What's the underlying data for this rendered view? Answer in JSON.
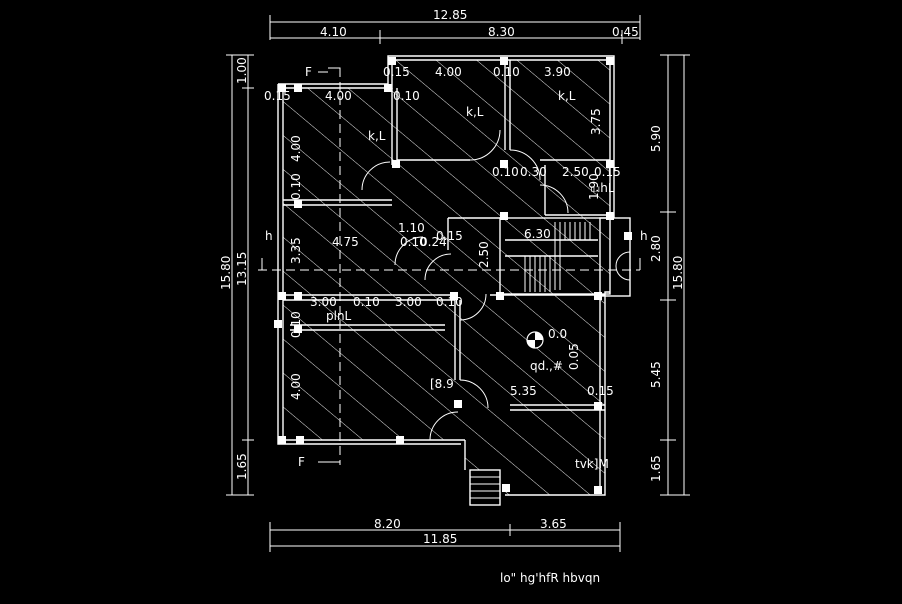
{
  "dims": {
    "top_total": "12.85",
    "top_a": "4.10",
    "top_b": "8.30",
    "top_c": "0.45",
    "bottom_a": "8.20",
    "bottom_b": "3.65",
    "bottom_total": "11.85",
    "left_total": "15.80",
    "left_inner": "13.15",
    "left_top": "1.00",
    "left_bottom": "1.65",
    "right_total": "15.80",
    "right_top": "5.90",
    "right_mid": "2.80",
    "right_low": "5.45",
    "right_bottom": "1.65"
  },
  "rooms": {
    "bed_left": "k,L",
    "bed_center": "k,L",
    "bed_right": "k,L",
    "toilet": "யhL",
    "pooja": "plnL",
    "hall_level": "0.0",
    "hall": "qd.,#",
    "kitchen": "[8.9",
    "sitout": "tvk]M"
  },
  "inner": {
    "d1": "4.00",
    "d2": "4.00",
    "d3": "3.90",
    "d4": "0.15",
    "d5": "0.10",
    "d6": "0.15",
    "d7": "0.15",
    "d8": "0.10",
    "d9": "3.75",
    "d10": "4.00",
    "d11": "0.10",
    "d12": "3.35",
    "d13": "4.75",
    "d14": "1.10",
    "d15": "0.10",
    "d16": "0.24",
    "d17": "0.15",
    "d18": "6.30",
    "d19": "2.50",
    "d20": "0.10",
    "d21": "3.00",
    "d22": "0.10",
    "d23": "3.00",
    "d24": "0.10",
    "d25": "0.10",
    "d26": "4.00",
    "d27": "5.35",
    "d28": "0.15",
    "d29": "4.00",
    "d30": "0.10",
    "d31": "0.30",
    "d32": "2.50",
    "d33": "0.15",
    "d34": "1.90",
    "d35": "0.05"
  },
  "section_marks": {
    "top": "F",
    "bottom": "F",
    "left": "h",
    "right": "h"
  },
  "caption": "lo\" hg'hfR hbvqn"
}
